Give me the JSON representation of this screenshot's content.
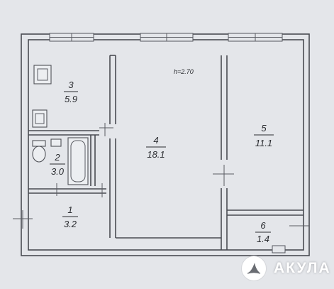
{
  "plan": {
    "ceiling_height": "h=2.70",
    "rooms": [
      {
        "id": "3",
        "number": "3",
        "area": "5.9"
      },
      {
        "id": "2",
        "number": "2",
        "area": "3.0"
      },
      {
        "id": "1",
        "number": "1",
        "area": "3.2"
      },
      {
        "id": "4",
        "number": "4",
        "area": "18.1"
      },
      {
        "id": "5",
        "number": "5",
        "area": "11.1"
      },
      {
        "id": "6",
        "number": "6",
        "area": "1.4"
      }
    ]
  },
  "watermark": {
    "text": "АКУЛА",
    "icon": "shark-fin-icon"
  }
}
